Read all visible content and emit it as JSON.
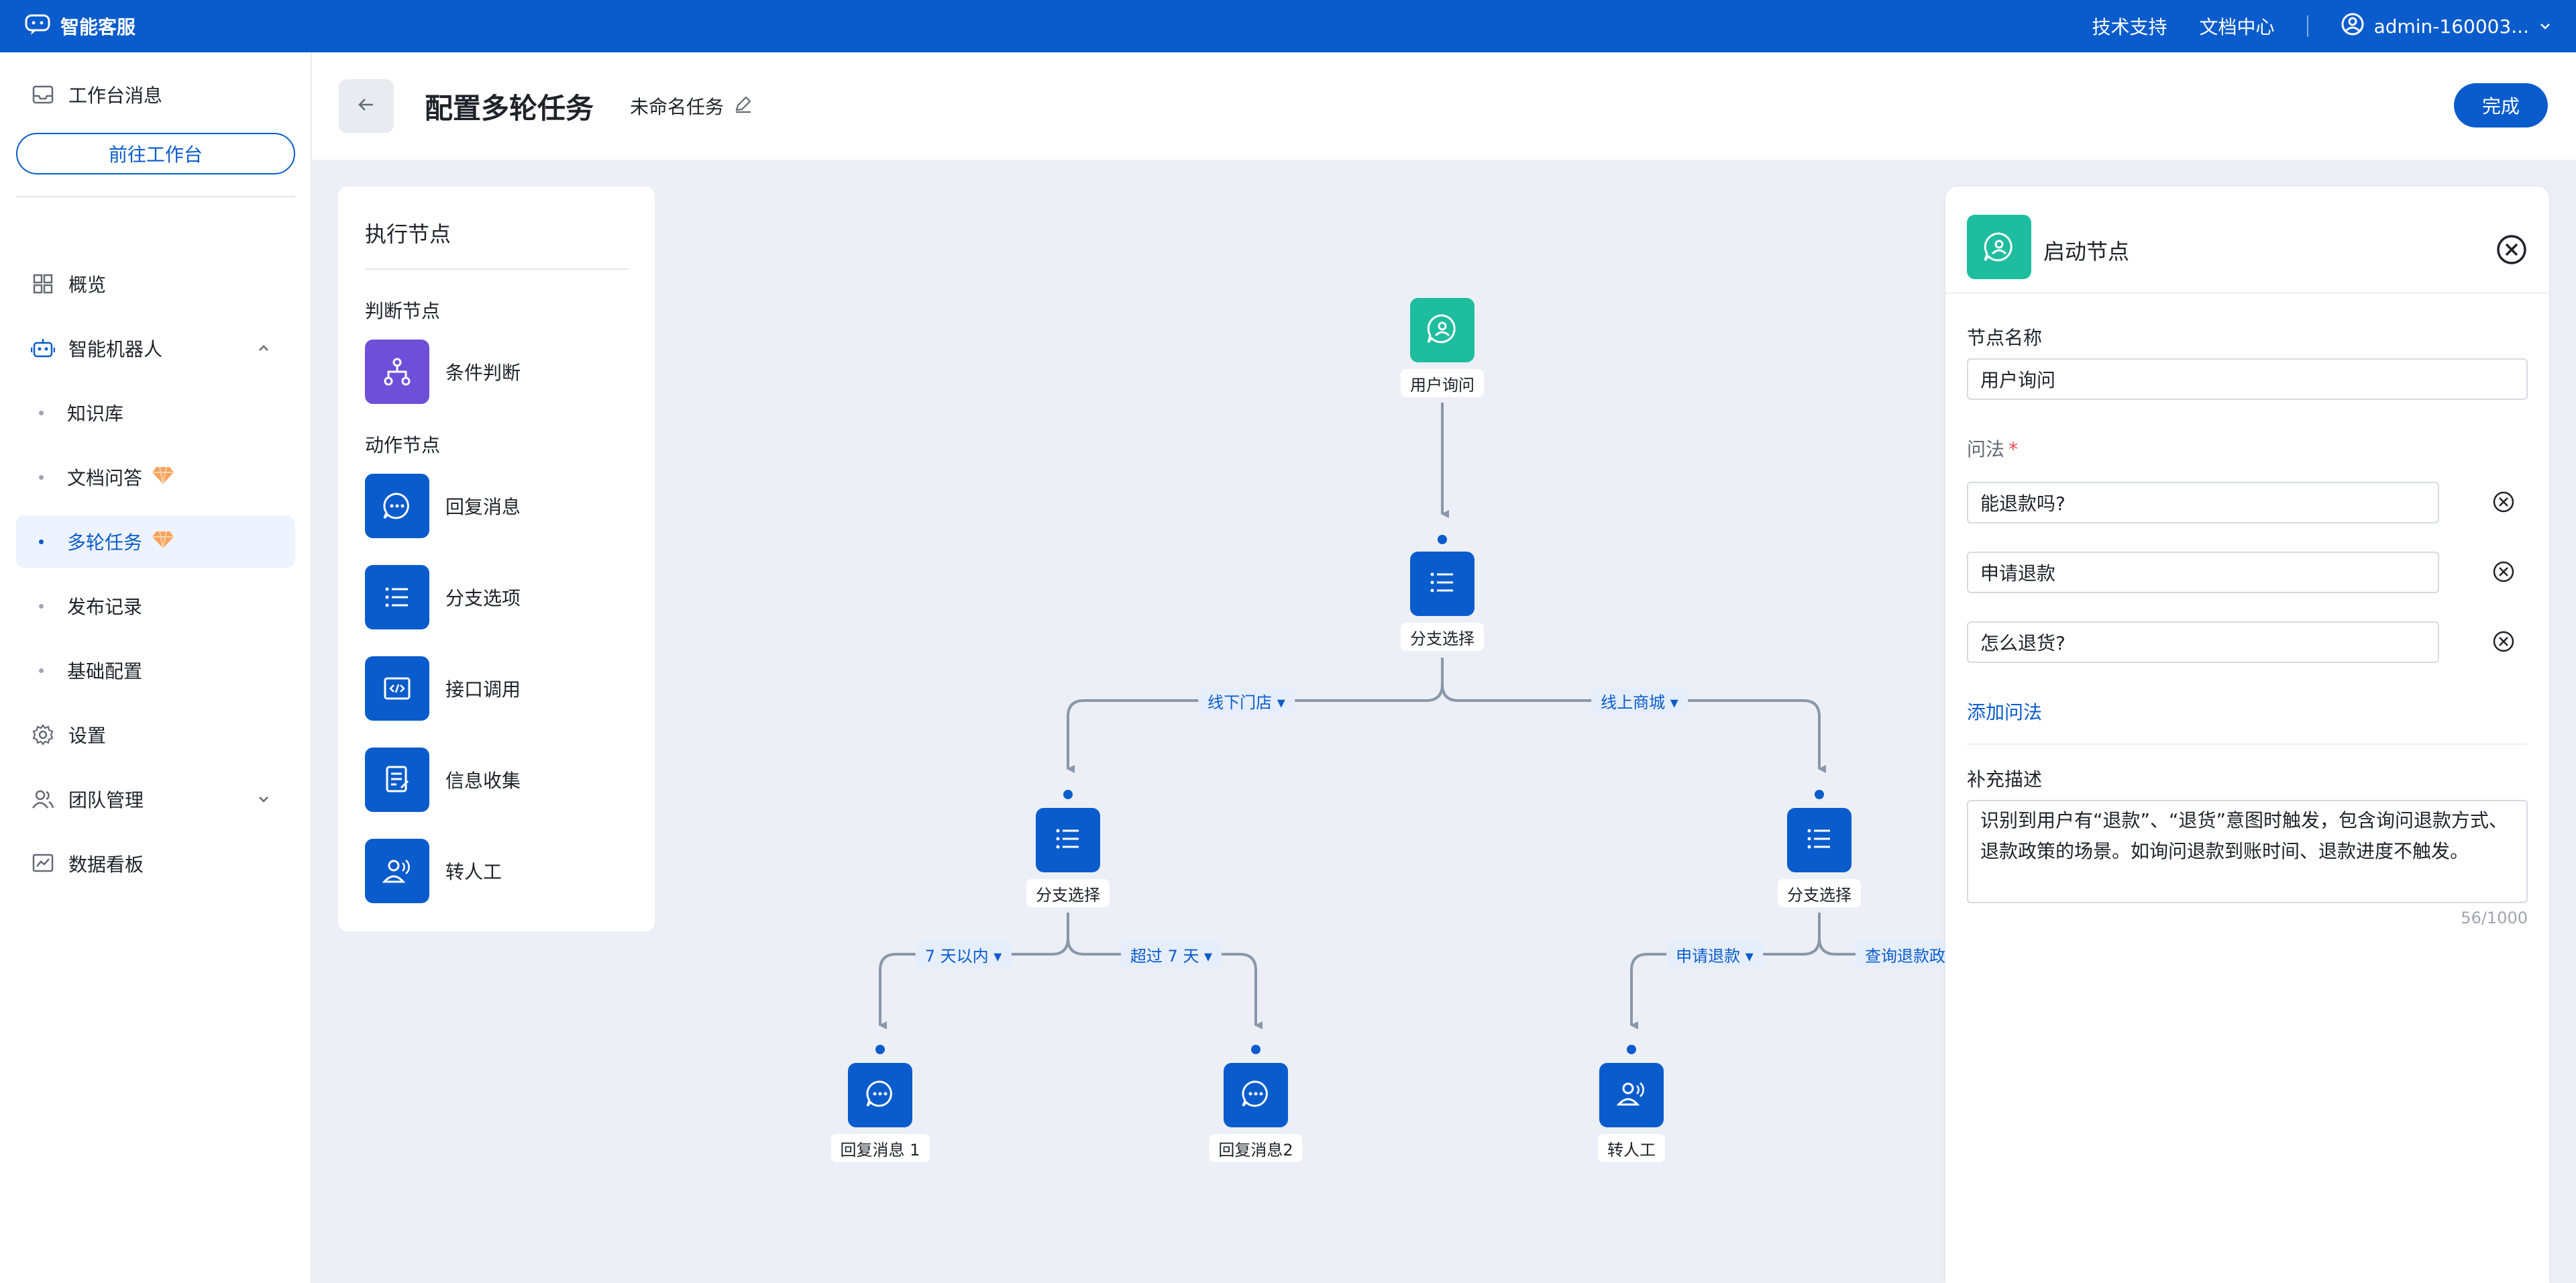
{
  "app": {
    "name": "智能客服"
  },
  "topbar": {
    "tech_support": "技术支持",
    "docs": "文档中心",
    "user": "admin-160003..."
  },
  "sidebar": {
    "workbench_msg": "工作台消息",
    "goto_workbench": "前往工作台",
    "overview": "概览",
    "robot": "智能机器人",
    "robot_sub": [
      "知识库",
      "文档问答",
      "多轮任务",
      "发布记录",
      "基础配置"
    ],
    "settings": "设置",
    "team": "团队管理",
    "dashboard": "数据看板"
  },
  "header": {
    "title": "配置多轮任务",
    "task_name": "未命名任务",
    "done": "完成"
  },
  "palette": {
    "title": "执行节点",
    "judge_group": "判断节点",
    "judge_items": [
      "条件判断"
    ],
    "action_group": "动作节点",
    "action_items": [
      "回复消息",
      "分支选项",
      "接口调用",
      "信息收集",
      "转人工"
    ]
  },
  "flow": {
    "nodes": {
      "start": "用户询问",
      "branch_main": "分支选择",
      "branch_left": "分支选择",
      "branch_right": "分支选择",
      "reply1": "回复消息 1",
      "reply2": "回复消息2",
      "transfer": "转人工"
    },
    "edges": {
      "offline": "线下门店 ▾",
      "online": "线上商城 ▾",
      "within7": "7 天以内 ▾",
      "over7": "超过 7 天 ▾",
      "apply": "申请退款 ▾",
      "query": "查询退款政"
    }
  },
  "detail": {
    "title": "启动节点",
    "name_label": "节点名称",
    "name_value": "用户询问",
    "questions_label": "问法",
    "required_mark": "*",
    "questions": [
      "能退款吗?",
      "申请退款",
      "怎么退货?"
    ],
    "add_question": "添加问法",
    "desc_label": "补充描述",
    "desc_value": "识别到用户有“退款”、“退货”意图时触发，包含询问退款方式、退款政策的场景。如询问退款到账时间、退款进度不触发。",
    "counter": "56/1000"
  },
  "colors": {
    "primary": "#0a5ccc",
    "start_node": "#1fbd9f",
    "judge_node": "#6e4fd8",
    "edge": "#8a96aa"
  }
}
